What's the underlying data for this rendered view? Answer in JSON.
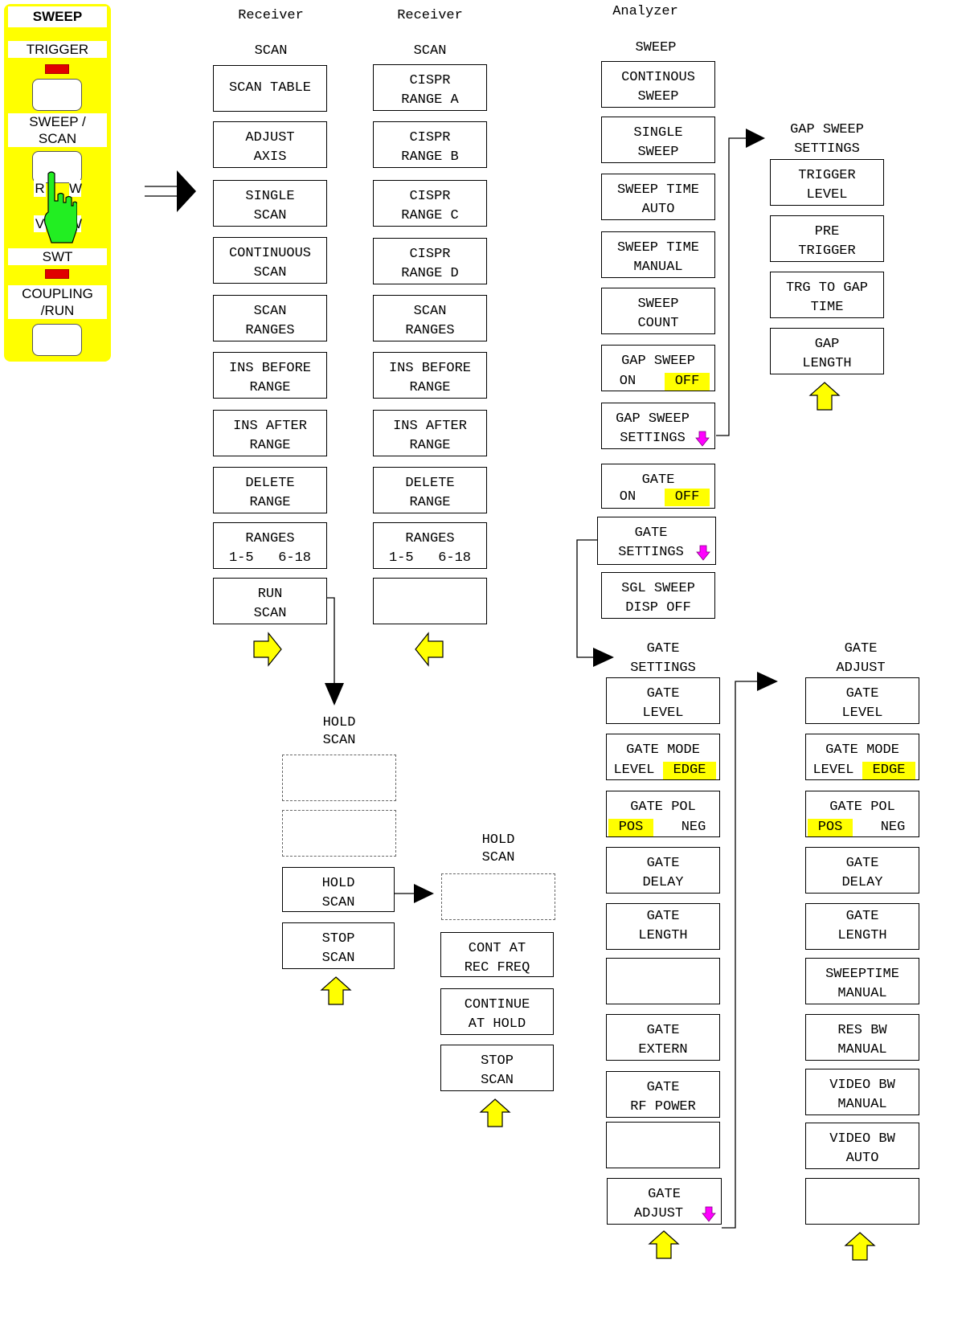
{
  "front_panel": {
    "title": "SWEEP",
    "trigger": "TRIGGER",
    "sweep_scan": "SWEEP /\nSCAN",
    "hand_overlay_left": "R",
    "hand_overlay_right": "W",
    "hand_overlay_left2": "V",
    "hand_overlay_right2": "W",
    "swt": "SWT",
    "coupling_run": "COUPLING\n/RUN"
  },
  "receiver_scan_1": {
    "header1": "Receiver",
    "header2": "SCAN",
    "keys": [
      [
        "SCAN TABLE",
        ""
      ],
      [
        "ADJUST",
        "AXIS"
      ],
      [
        "SINGLE",
        "SCAN"
      ],
      [
        "CONTINUOUS",
        "SCAN"
      ],
      [
        "SCAN",
        "RANGES"
      ],
      [
        "INS BEFORE",
        "RANGE"
      ],
      [
        "INS AFTER",
        "RANGE"
      ],
      [
        "DELETE",
        "RANGE"
      ],
      [
        "RANGES",
        "1-5   6-18"
      ],
      [
        "RUN",
        "SCAN"
      ]
    ]
  },
  "receiver_scan_2": {
    "header1": "Receiver",
    "header2": "SCAN",
    "keys": [
      [
        "CISPR",
        "RANGE A"
      ],
      [
        "CISPR",
        "RANGE B"
      ],
      [
        "CISPR",
        "RANGE C"
      ],
      [
        "CISPR",
        "RANGE D"
      ],
      [
        "SCAN",
        "RANGES"
      ],
      [
        "INS BEFORE",
        "RANGE"
      ],
      [
        "INS AFTER",
        "RANGE"
      ],
      [
        "DELETE",
        "RANGE"
      ],
      [
        "RANGES",
        "1-5   6-18"
      ],
      [
        "",
        ""
      ]
    ]
  },
  "hold_scan_1": {
    "header1": "HOLD",
    "header2": "SCAN",
    "keys": [
      [
        "HOLD",
        "SCAN"
      ],
      [
        "STOP",
        "SCAN"
      ]
    ]
  },
  "hold_scan_2": {
    "header1": "HOLD",
    "header2": "SCAN",
    "keys": [
      [
        "CONT AT",
        "REC FREQ"
      ],
      [
        "CONTINUE",
        "AT HOLD"
      ],
      [
        "STOP",
        "SCAN"
      ]
    ]
  },
  "analyzer_sweep": {
    "header1": "Analyzer",
    "header2": "SWEEP",
    "keys": [
      [
        "CONTINOUS",
        "SWEEP"
      ],
      [
        "SINGLE",
        "SWEEP"
      ],
      [
        "SWEEP TIME",
        "AUTO"
      ],
      [
        "SWEEP TIME",
        "MANUAL"
      ],
      [
        "SWEEP",
        "COUNT"
      ],
      [
        "SGL SWEEP",
        "DISP OFF"
      ]
    ],
    "gap_sweep": {
      "title": "GAP SWEEP",
      "on": "ON",
      "off": "OFF"
    },
    "gap_sweep_settings": {
      "l1": "GAP SWEEP",
      "l2": "SETTINGS"
    },
    "gate": {
      "title": "GATE",
      "on": "ON",
      "off": "OFF"
    },
    "gate_settings": {
      "l1": "GATE",
      "l2": "SETTINGS"
    }
  },
  "gap_sweep_settings_menu": {
    "header1": "GAP SWEEP",
    "header2": "SETTINGS",
    "keys": [
      [
        "TRIGGER",
        "LEVEL"
      ],
      [
        "PRE",
        "TRIGGER"
      ],
      [
        "TRG TO GAP",
        "TIME"
      ],
      [
        "GAP",
        "LENGTH"
      ]
    ]
  },
  "gate_settings_menu": {
    "header1": "GATE",
    "header2": "SETTINGS",
    "keys": [
      [
        "GATE",
        "LEVEL"
      ],
      [
        "GATE",
        "DELAY"
      ],
      [
        "GATE",
        "LENGTH"
      ],
      [
        "",
        ""
      ],
      [
        "GATE",
        "EXTERN"
      ],
      [
        "GATE",
        "RF POWER"
      ],
      [
        "",
        ""
      ]
    ],
    "gate_mode": {
      "title": "GATE MODE",
      "a": "LEVEL",
      "b": "EDGE"
    },
    "gate_pol": {
      "title": "GATE POL",
      "a": "POS",
      "b": "NEG"
    },
    "gate_adjust": {
      "l1": "GATE",
      "l2": "ADJUST"
    }
  },
  "gate_adjust_menu": {
    "header1": "GATE",
    "header2": "ADJUST",
    "keys": [
      [
        "GATE",
        "LEVEL"
      ],
      [
        "GATE",
        "DELAY"
      ],
      [
        "GATE",
        "LENGTH"
      ],
      [
        "SWEEPTIME",
        "MANUAL"
      ],
      [
        "RES BW",
        "MANUAL"
      ],
      [
        "VIDEO BW",
        "MANUAL"
      ],
      [
        "VIDEO BW",
        "AUTO"
      ],
      [
        "",
        ""
      ]
    ],
    "gate_mode": {
      "title": "GATE MODE",
      "a": "LEVEL",
      "b": "EDGE"
    },
    "gate_pol": {
      "title": "GATE POL",
      "a": "POS",
      "b": "NEG"
    }
  },
  "colors": {
    "panel": "#ffff00",
    "highlight": "#ffff00",
    "arrow_yellow": "#ffff00",
    "down_arrow": "#ff00ff",
    "hand": "#22ee22",
    "led": "#e00000"
  }
}
